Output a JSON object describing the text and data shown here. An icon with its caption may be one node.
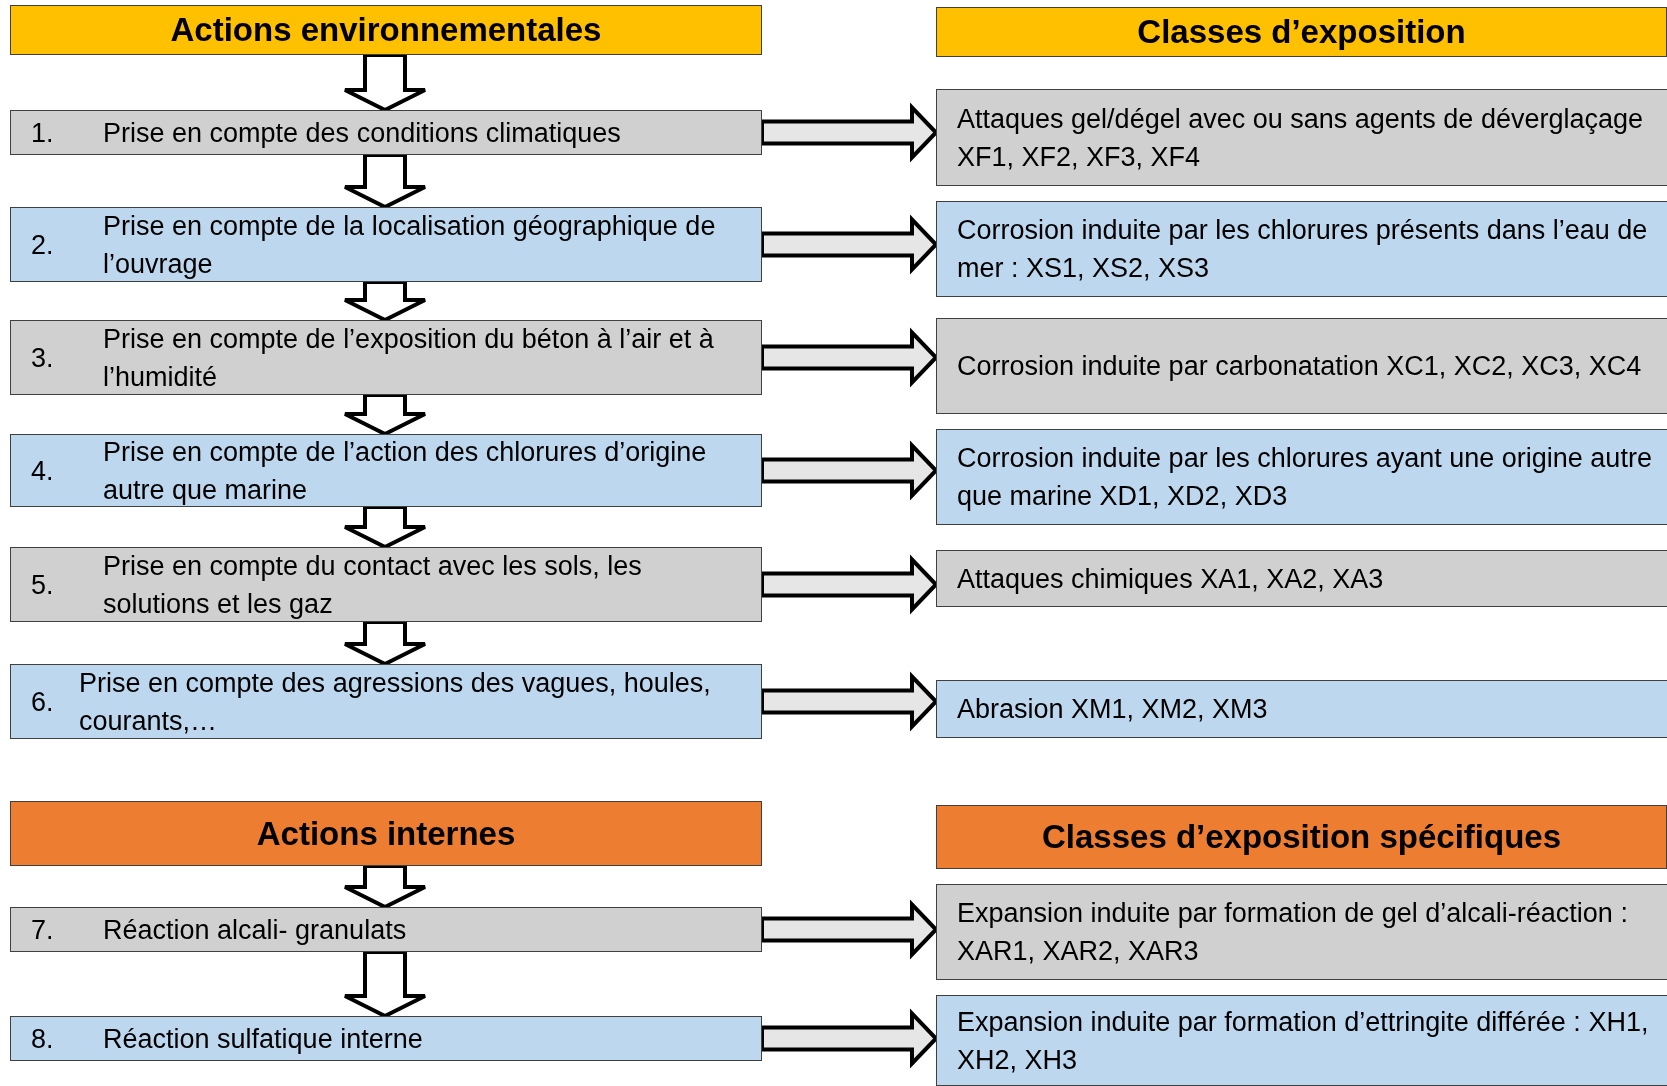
{
  "diagram": {
    "nodes": [
      {
        "text": [
          "Actions environnementales"
        ]
      },
      {
        "text": [
          "Classes d’exposition"
        ]
      },
      {
        "text": [
          "1.",
          "Prise en compte des conditions climatiques"
        ]
      },
      {
        "text": [
          "2.",
          "Prise en compte de la localisation géographique de l’ouvrage"
        ]
      },
      {
        "text": [
          "3.",
          "Prise en compte de l’exposition du béton à l’air et à l’humidité"
        ]
      },
      {
        "text": [
          "4.",
          "Prise en compte de l’action des chlorures d’origine autre que marine"
        ]
      },
      {
        "text": [
          "5.",
          "Prise en compte du contact avec les sols, les solutions et les gaz"
        ]
      },
      {
        "text": [
          "6.",
          "Prise en compte des agressions des vagues, houles, courants,…"
        ]
      },
      {
        "text": [
          "Attaques gel/dégel avec ou sans agents de déverglaçage  XF1, XF2, XF3, XF4"
        ]
      },
      {
        "text": [
          "Corrosion induite par les chlorures présents dans l’eau de mer : XS1, XS2, XS3"
        ]
      },
      {
        "text": [
          "Corrosion induite par carbonatation XC1, XC2, XC3, XC4"
        ]
      },
      {
        "text": [
          "Corrosion induite par les chlorures ayant une origine autre que marine XD1, XD2, XD3"
        ]
      },
      {
        "text": [
          "Attaques chimiques XA1, XA2, XA3"
        ]
      },
      {
        "text": [
          "Abrasion XM1, XM2, XM3"
        ]
      },
      {
        "text": [
          "Actions internes"
        ]
      },
      {
        "text": [
          "Classes d’exposition spécifiques"
        ]
      },
      {
        "text": [
          "7.",
          "Réaction alcali- granulats"
        ]
      },
      {
        "text": [
          "8.",
          "Réaction sulfatique interne"
        ]
      },
      {
        "text": [
          "Expansion induite par formation de gel d’alcali-réaction : XAR1, XAR2, XAR3"
        ]
      },
      {
        "text": [
          "Expansion induite par formation d’ettringite différée : XH1, XH2, XH3"
        ]
      }
    ],
    "edges": [
      {
        "from": 0,
        "to": 2,
        "arrow": "to"
      },
      {
        "from": 2,
        "to": 3,
        "arrow": "to"
      },
      {
        "from": 3,
        "to": 4,
        "arrow": "to"
      },
      {
        "from": 4,
        "to": 5,
        "arrow": "to"
      },
      {
        "from": 5,
        "to": 6,
        "arrow": "to"
      },
      {
        "from": 6,
        "to": 7,
        "arrow": "to"
      },
      {
        "from": 2,
        "to": 8,
        "arrow": "to"
      },
      {
        "from": 3,
        "to": 9,
        "arrow": "to"
      },
      {
        "from": 4,
        "to": 10,
        "arrow": "to"
      },
      {
        "from": 5,
        "to": 11,
        "arrow": "to"
      },
      {
        "from": 6,
        "to": 12,
        "arrow": "to"
      },
      {
        "from": 7,
        "to": 13,
        "arrow": "to"
      },
      {
        "from": 14,
        "to": 16,
        "arrow": "to"
      },
      {
        "from": 16,
        "to": 17,
        "arrow": "to"
      },
      {
        "from": 16,
        "to": 18,
        "arrow": "to"
      },
      {
        "from": 17,
        "to": 19,
        "arrow": "to"
      }
    ]
  }
}
